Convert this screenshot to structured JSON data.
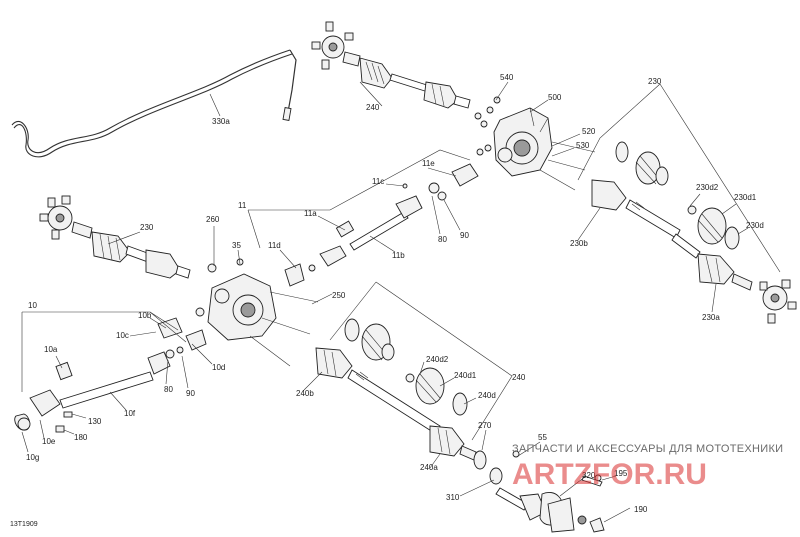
{
  "diagram_code": "13T1909",
  "watermark": {
    "caption": "ЗАПЧАСТИ И АКСЕССУАРЫ ДЛЯ МОТОТЕХНИКИ",
    "logo_text": "ARTZFOR.RU"
  },
  "callouts": {
    "c10": "10",
    "c10a": "10a",
    "c10b": "10b",
    "c10c": "10c",
    "c10d": "10d",
    "c10e": "10e",
    "c10f": "10f",
    "c10g": "10g",
    "c11": "11",
    "c11a": "11a",
    "c11b": "11b",
    "c11c": "11c",
    "c11d": "11d",
    "c11e": "11e",
    "c35": "35",
    "c55": "55",
    "c80a": "80",
    "c80b": "80",
    "c90a": "90",
    "c90b": "90",
    "c130": "130",
    "c180": "180",
    "c190": "190",
    "c195": "195",
    "c230": "230",
    "c230top": "230",
    "c230a": "230a",
    "c230b": "230b",
    "c230d": "230d",
    "c230d1": "230d1",
    "c230d2": "230d2",
    "c240": "240",
    "c240top": "240",
    "c240a": "240a",
    "c240b": "240b",
    "c240d": "240d",
    "c240d1": "240d1",
    "c240d2": "240d2",
    "c250": "250",
    "c260": "260",
    "c270": "270",
    "c310": "310",
    "c320": "320",
    "c330a": "330a",
    "c500": "500",
    "c520": "520",
    "c530": "530",
    "c540": "540"
  }
}
